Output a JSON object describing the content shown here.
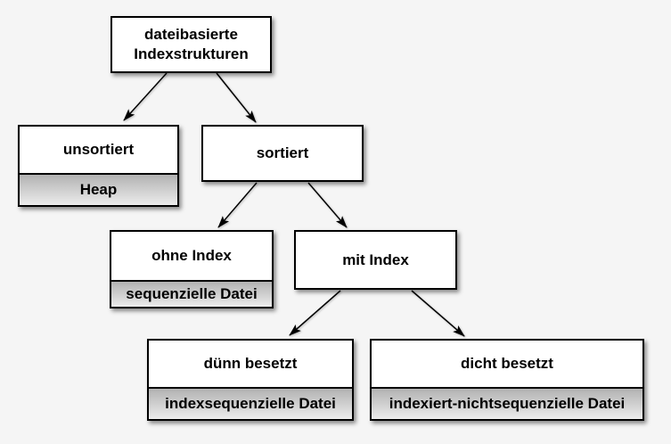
{
  "diagram": {
    "type": "tree",
    "language": "de",
    "topic": "dateibasierte Indexstrukturen"
  },
  "nodes": {
    "root": {
      "label": "dateibasierte Indexstrukturen"
    },
    "unsortiert": {
      "label": "unsortiert",
      "sublabel": "Heap"
    },
    "sortiert": {
      "label": "sortiert"
    },
    "ohne_index": {
      "label": "ohne Index",
      "sublabel": "sequenzielle Datei"
    },
    "mit_index": {
      "label": "mit Index"
    },
    "duenn_besetzt": {
      "label": "dünn besetzt",
      "sublabel": "indexsequenzielle Datei"
    },
    "dicht_besetzt": {
      "label": "dicht besetzt",
      "sublabel": "indexiert-nichtsequenzielle Datei"
    }
  },
  "edges": [
    {
      "from": "root",
      "to": "unsortiert"
    },
    {
      "from": "root",
      "to": "sortiert"
    },
    {
      "from": "sortiert",
      "to": "ohne_index"
    },
    {
      "from": "sortiert",
      "to": "mit_index"
    },
    {
      "from": "mit_index",
      "to": "duenn_besetzt"
    },
    {
      "from": "mit_index",
      "to": "dicht_besetzt"
    }
  ],
  "colors": {
    "background": "#f5f5f5",
    "node_fill": "#ffffff",
    "node_border": "#000000",
    "sub_gradient_top": "#b2b2b2",
    "sub_gradient_bottom": "#ececec",
    "arrow": "#000000",
    "text": "#000000"
  }
}
